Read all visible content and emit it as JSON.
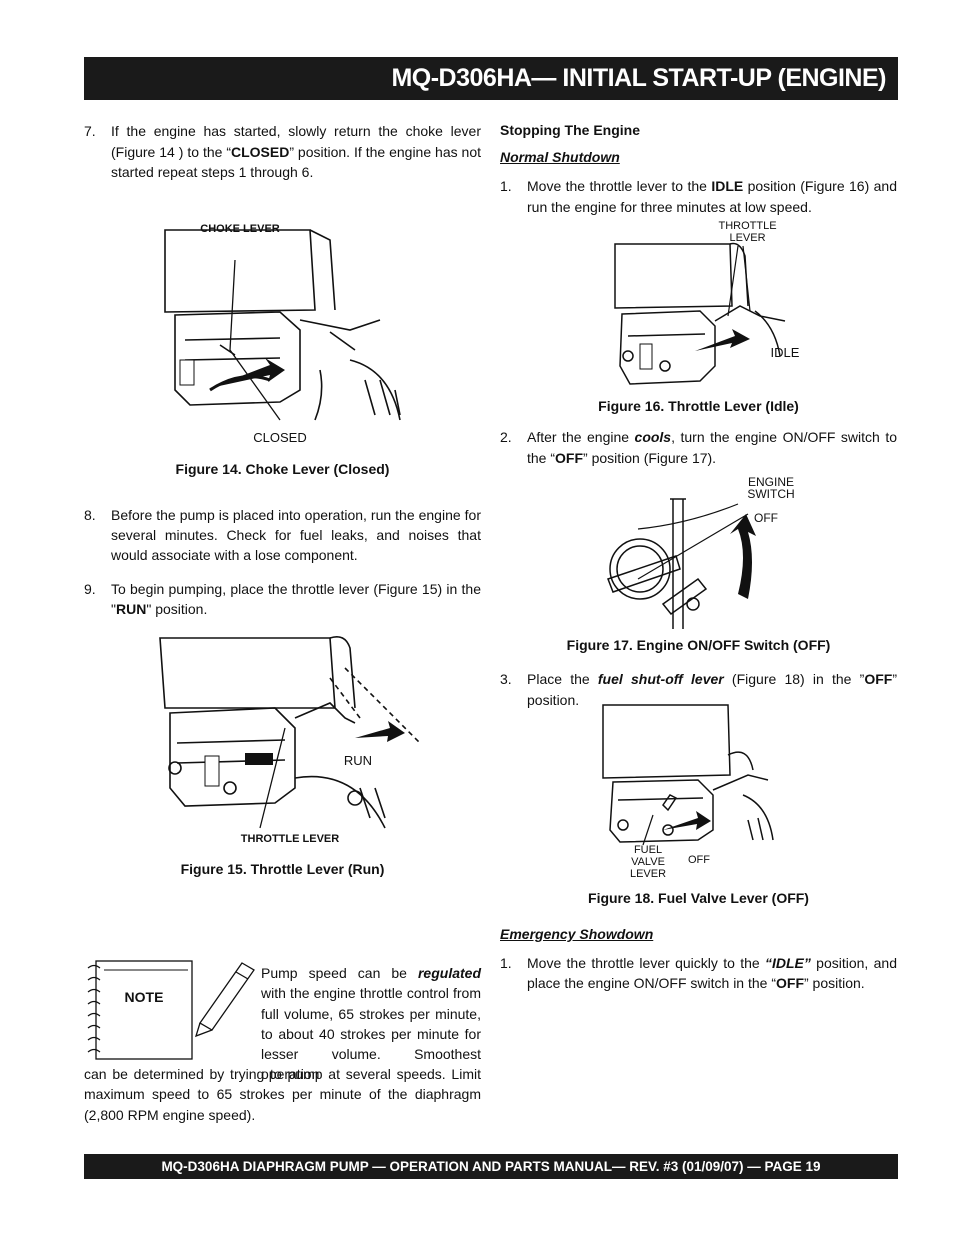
{
  "header": {
    "title": "MQ-D306HA— INITIAL START-UP (ENGINE)"
  },
  "footer": {
    "text": "MQ-D306HA DIAPHRAGM PUMP — OPERATION AND PARTS MANUAL— REV. #3 (01/09/07) — PAGE 19"
  },
  "left": {
    "step7": {
      "num": "7.",
      "t1": "If the engine has started, slowly return the choke lever (Figure 14 ) to the “",
      "b1": "CLOSED",
      "t2": "” position. If the engine has not started repeat steps 1 through 6."
    },
    "fig14": {
      "label_top": "CHOKE LEVER",
      "label_bottom": "CLOSED",
      "caption": "Figure 14. Choke Lever (Closed)"
    },
    "step8": {
      "num": "8.",
      "text": "Before the pump is placed into operation, run the engine for several minutes. Check for fuel leaks, and noises that would associate with a lose component."
    },
    "step9": {
      "num": "9.",
      "t1": "To begin pumping, place the throttle lever (Figure 15) in the \"",
      "b1": "RUN",
      "t2": "\" position."
    },
    "fig15": {
      "label_run": "RUN",
      "label_bottom": "THROTTLE LEVER",
      "caption": "Figure 15. Throttle Lever (Run)"
    },
    "note": {
      "label": "NOTE",
      "t1": "Pump speed can be ",
      "b1": "regulated",
      "t2": " with the engine throttle control from full volume, 65 strokes per minute, to about 40 strokes per minute for lesser volume. Smoothest operation",
      "t3": "can be determined by trying to pump at several speeds. Limit maximum speed to 65 strokes per minute of the diaphragm (2,800 RPM engine speed)."
    }
  },
  "right": {
    "stopping_heading": "Stopping The Engine",
    "normal_heading": "Normal Shutdown",
    "step1": {
      "num": "1.",
      "t1": "Move the throttle lever to the ",
      "b1": "IDLE",
      "t2": " position (Figure 16) and run the engine for three minutes at low speed."
    },
    "fig16": {
      "label_top": "THROTTLE LEVER",
      "label_idle": "IDLE",
      "caption": "Figure 16. Throttle Lever (Idle)"
    },
    "step2": {
      "num": "2.",
      "t1": "After the engine ",
      "b1": "cools",
      "t2": ", turn the engine ON/OFF switch to the “",
      "b2": "OFF",
      "t3": "” position (Figure 17)."
    },
    "fig17": {
      "label_switch": "ENGINE SWITCH",
      "label_off": "OFF",
      "caption": "Figure 17. Engine ON/OFF Switch (OFF)"
    },
    "step3": {
      "num": "3.",
      "t1": "Place the ",
      "b1": "fuel shut-off lever",
      "t2": " (Figure 18) in the ”",
      "b2": "OFF",
      "t3": "” position."
    },
    "fig18": {
      "label_valve": "FUEL VALVE LEVER",
      "label_off": "OFF",
      "caption": "Figure 18. Fuel Valve Lever (OFF)"
    },
    "emergency_heading": "Emergency Showdown",
    "estep1": {
      "num": "1.",
      "t1": "Move the throttle lever quickly to the ",
      "b1": "“IDLE”",
      "t2": " position, and place the engine ON/OFF switch in the “",
      "b2": "OFF",
      "t3": "” position."
    }
  }
}
